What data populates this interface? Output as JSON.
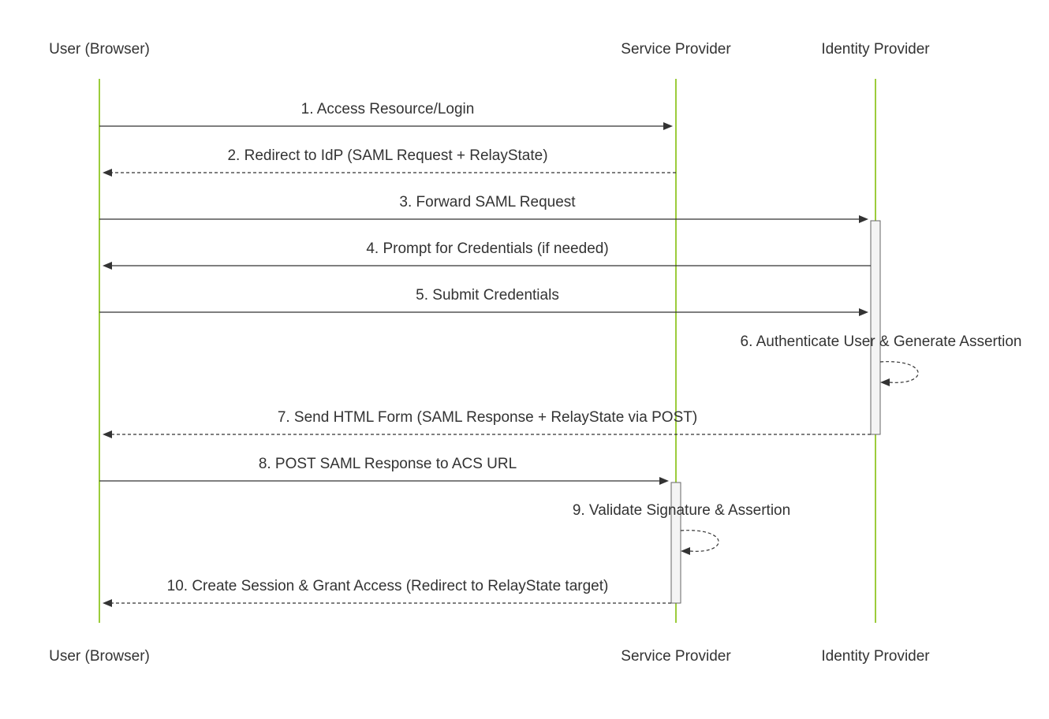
{
  "diagram": {
    "type": "sequence",
    "colors": {
      "lifeline": "#9ccc3c",
      "line": "#333333",
      "text": "#333333",
      "activation_fill": "#f4f4f4",
      "activation_border": "#666666"
    },
    "participants": [
      {
        "id": "user",
        "label": "User (Browser)"
      },
      {
        "id": "sp",
        "label": "Service Provider"
      },
      {
        "id": "idp",
        "label": "Identity Provider"
      }
    ],
    "messages": [
      {
        "from": "user",
        "to": "sp",
        "label": "1. Access Resource/Login",
        "style": "solid"
      },
      {
        "from": "sp",
        "to": "user",
        "label": "2. Redirect to IdP (SAML Request + RelayState)",
        "style": "dashed"
      },
      {
        "from": "user",
        "to": "idp",
        "label": "3. Forward SAML Request",
        "style": "solid"
      },
      {
        "from": "idp",
        "to": "user",
        "label": "4. Prompt for Credentials (if needed)",
        "style": "solid"
      },
      {
        "from": "user",
        "to": "idp",
        "label": "5. Submit Credentials",
        "style": "solid"
      },
      {
        "from": "idp",
        "to": "idp",
        "label": "6. Authenticate User & Generate Assertion",
        "style": "dashed"
      },
      {
        "from": "idp",
        "to": "user",
        "label": "7. Send HTML Form (SAML Response + RelayState via POST)",
        "style": "dashed"
      },
      {
        "from": "user",
        "to": "sp",
        "label": "8. POST SAML Response to ACS URL",
        "style": "solid"
      },
      {
        "from": "sp",
        "to": "sp",
        "label": "9. Validate Signature & Assertion",
        "style": "dashed"
      },
      {
        "from": "sp",
        "to": "user",
        "label": "10. Create Session & Grant Access (Redirect to RelayState target)",
        "style": "dashed"
      }
    ],
    "activations": [
      {
        "participant": "idp",
        "from_message": 3,
        "to_message": 7
      },
      {
        "participant": "sp",
        "from_message": 8,
        "to_message": 10
      }
    ]
  }
}
